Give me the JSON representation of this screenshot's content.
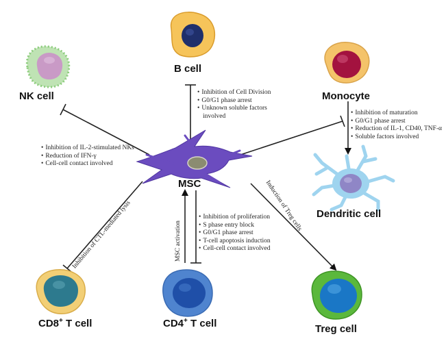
{
  "cells": {
    "b_cell": "B cell",
    "nk_cell": "NK cell",
    "monocyte": "Monocyte",
    "dendritic_cell": "Dendritic cell",
    "msc": "MSC",
    "cd8_name": "CD8",
    "cd8_sup": "+",
    "cd8_suffix": " T cell",
    "cd4_name": "CD4",
    "cd4_sup": "+",
    "cd4_suffix": " T cell",
    "treg_cell": "Treg cell"
  },
  "b_cell_effects": [
    "Inhibition of Cell Division",
    "G0/G1 phase arrest",
    "Unknown soluble factors",
    "involved"
  ],
  "monocyte_effects": [
    "Inhibition of maturation",
    "G0/G1 phase arrest",
    "Reduction of IL-1, CD40, TNF-α",
    "Soluble factors involved"
  ],
  "nk_effects": [
    "Inhibition of IL-2-stimulated NKs",
    "Reduction of IFN-γ",
    "Cell-cell contact involved"
  ],
  "cd4_effects": [
    "Inhibition of proliferation",
    "S phase entry block",
    "G0/G1 phase arrest",
    "T-cell apoptosis induction",
    "Cell-cell contact involved"
  ],
  "edge_labels": {
    "cd8": "Inhibition of CTL-mediated lysis",
    "cd4": "MSC activation",
    "treg": "Induction of Treg cells"
  },
  "colors": {
    "b_cell_body": "#f6c45a",
    "b_cell_nucleus": "#1f2f6b",
    "nk_body": "#bfe3b4",
    "nk_nucleus": "#c99ac6",
    "monocyte_body": "#f4c36a",
    "monocyte_nucleus": "#a3123f",
    "dendritic_body": "#9fd4ef",
    "dendritic_nucleus": "#8f86c6",
    "msc_body": "#6b4cbf",
    "msc_nucleus": "#8b8c71",
    "cd8_body": "#f2cf76",
    "cd8_nucleus": "#2d7a8e",
    "cd4_body": "#4f84cf",
    "cd4_nucleus": "#1f4fa8",
    "treg_body": "#5bb83c",
    "treg_nucleus": "#1a77c6"
  }
}
